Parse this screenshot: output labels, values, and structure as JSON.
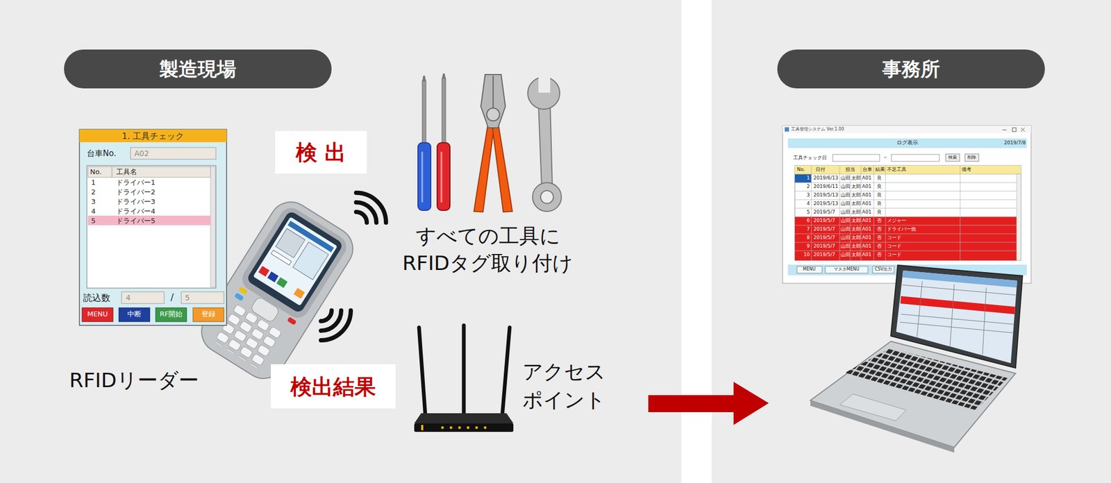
{
  "diagram": {
    "nodes": [
      {
        "text": [
          "製造現場"
        ]
      },
      {
        "text": [
          "検 出"
        ]
      },
      {
        "text": [
          "検出結果"
        ]
      },
      {
        "text": [
          "事務所"
        ]
      }
    ],
    "labels": [
      "1. 工具チェック",
      "台車No.",
      "A02",
      "No.",
      "工具名",
      "1",
      "ドライバー1",
      "2",
      "ドライバー2",
      "3",
      "ドライバー3",
      "4",
      "ドライバー4",
      "5",
      "ドライバー5",
      "読込数",
      "4",
      "/",
      "5",
      "MENU",
      "中断",
      "RF開始",
      "登録",
      "RFIDリーダー",
      "すべての工具に RFIDタグ取り付け",
      "アクセス ポイント",
      "工具管理システム Ver.1.00",
      "ログ表示",
      "2019/7/8",
      "工具チェック日",
      "～",
      "検索",
      "削除",
      "No.",
      "日付",
      "担当",
      "台車",
      "結果",
      "不足工具",
      "備考",
      "1",
      "2019/6/13",
      "山田",
      "太郎",
      "A01",
      "良",
      "2",
      "2019/6/11",
      "山田",
      "太郎",
      "A01",
      "良",
      "3",
      "2019/5/13",
      "山田",
      "太郎",
      "A01",
      "良",
      "4",
      "2019/5/13",
      "山田",
      "太郎",
      "A01",
      "良",
      "5",
      "2019/5/7",
      "山田",
      "太郎",
      "A01",
      "良",
      "6",
      "2019/5/7",
      "山田",
      "太郎",
      "A01",
      "否",
      "メジャー",
      "7",
      "2019/5/7",
      "山田",
      "太郎",
      "A01",
      "否",
      "ドライバー他",
      "8",
      "2019/5/7",
      "山田",
      "太郎",
      "A01",
      "否",
      "コード",
      "9",
      "2019/5/7",
      "山田",
      "太郎",
      "A01",
      "否",
      "コード",
      "10",
      "2019/5/7",
      "山田",
      "太郎",
      "A01",
      "否",
      "コード",
      "MENU",
      "マスタMENU",
      "CSV出力"
    ]
  }
}
